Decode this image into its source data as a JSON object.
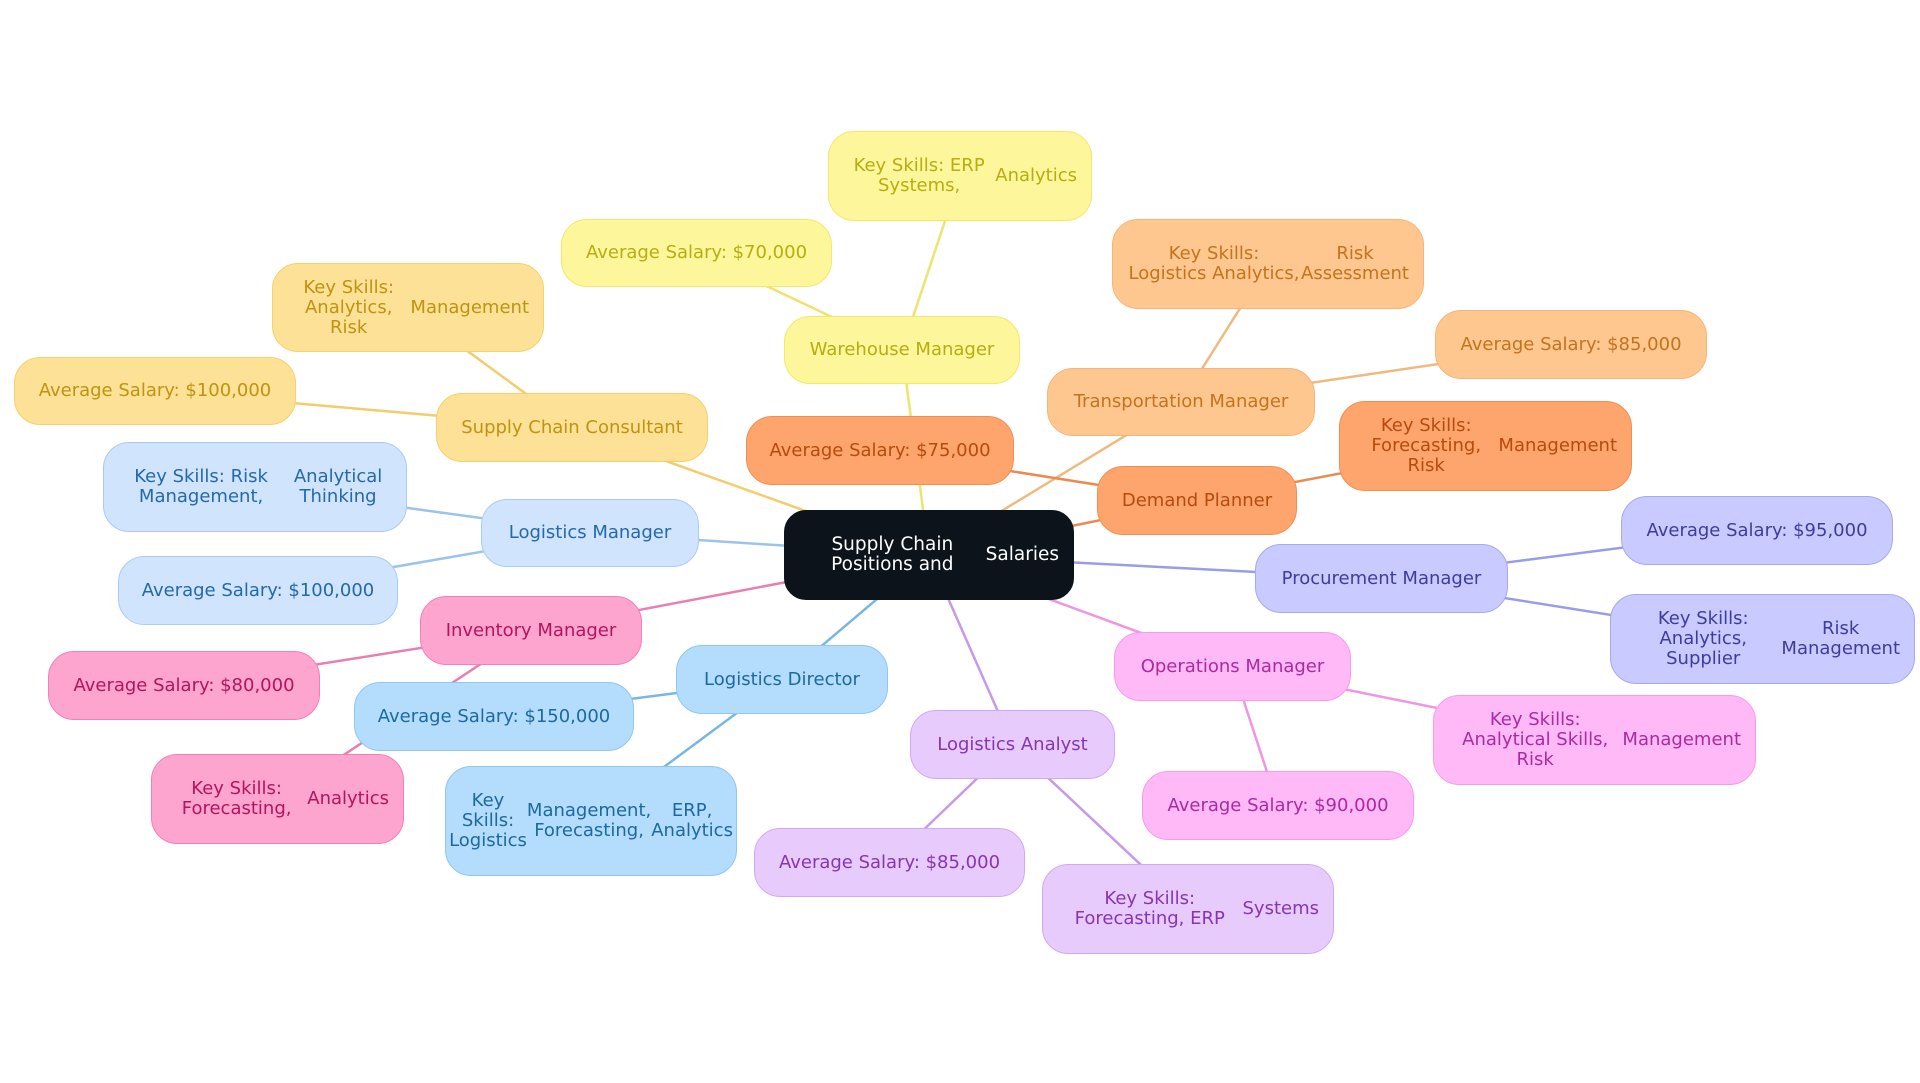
{
  "root": {
    "text": "Supply Chain Positions and Salaries"
  },
  "palette": {
    "gold": {
      "fill": "#fde196",
      "stroke": "#f5d06c",
      "text": "#c09311",
      "edge": "#f2cd6b"
    },
    "yellow": {
      "fill": "#fdf69b",
      "stroke": "#f4e86a",
      "text": "#b8ad11",
      "edge": "#f1e26c"
    },
    "peach": {
      "fill": "#fec78f",
      "stroke": "#f6b577",
      "text": "#c4741c",
      "edge": "#f0b97e"
    },
    "orange": {
      "fill": "#fea56e",
      "stroke": "#f18f53",
      "text": "#b74b0e",
      "edge": "#e98a52"
    },
    "lightblue": {
      "fill": "#d0e4fd",
      "stroke": "#aacbf4",
      "text": "#2469ab",
      "edge": "#9cc3ea"
    },
    "skyblue": {
      "fill": "#b3dcfd",
      "stroke": "#90c6ef",
      "text": "#1c6aa1",
      "edge": "#7ab6e0"
    },
    "pink": {
      "fill": "#fda5cf",
      "stroke": "#f37fb6",
      "text": "#b3145e",
      "edge": "#e87fb0"
    },
    "lavender": {
      "fill": "#c9caff",
      "stroke": "#a7a8f1",
      "text": "#3c3da0",
      "edge": "#9b9ce6"
    },
    "magenta": {
      "fill": "#ffb9f7",
      "stroke": "#f59be9",
      "text": "#ab2aa0",
      "edge": "#ee96e3"
    },
    "violet": {
      "fill": "#e7cbfc",
      "stroke": "#d1a9f3",
      "text": "#8735b3",
      "edge": "#c59ae6"
    }
  },
  "branches": [
    {
      "id": "scc",
      "text": "Supply Chain Consultant",
      "color": "gold",
      "children": [
        {
          "id": "scc-salary",
          "text": "Average Salary: $100,000"
        },
        {
          "id": "scc-skills",
          "text": "Key Skills: Analytics, Risk Management"
        }
      ]
    },
    {
      "id": "wm",
      "text": "Warehouse Manager",
      "color": "yellow",
      "children": [
        {
          "id": "wm-salary",
          "text": "Average Salary: $70,000"
        },
        {
          "id": "wm-skills",
          "text": "Key Skills: ERP Systems, Analytics"
        }
      ]
    },
    {
      "id": "tm",
      "text": "Transportation Manager",
      "color": "peach",
      "children": [
        {
          "id": "tm-skills",
          "text": "Key Skills: Logistics Analytics, Risk Assessment"
        },
        {
          "id": "tm-salary",
          "text": "Average Salary: $85,000"
        }
      ]
    },
    {
      "id": "dp",
      "text": "Demand Planner",
      "color": "orange",
      "children": [
        {
          "id": "dp-salary",
          "text": "Average Salary: $75,000"
        },
        {
          "id": "dp-skills",
          "text": "Key Skills: Forecasting, Risk Management"
        }
      ]
    },
    {
      "id": "lm",
      "text": "Logistics Manager",
      "color": "lightblue",
      "children": [
        {
          "id": "lm-skills",
          "text": "Key Skills: Risk Management, Analytical Thinking"
        },
        {
          "id": "lm-salary",
          "text": "Average Salary: $100,000"
        }
      ]
    },
    {
      "id": "im",
      "text": "Inventory Manager",
      "color": "pink",
      "children": [
        {
          "id": "im-salary",
          "text": "Average Salary: $80,000"
        },
        {
          "id": "im-skills",
          "text": "Key Skills: Forecasting, Analytics"
        }
      ]
    },
    {
      "id": "ld",
      "text": "Logistics Director",
      "color": "skyblue",
      "children": [
        {
          "id": "ld-salary",
          "text": "Average Salary: $150,000"
        },
        {
          "id": "ld-skills",
          "text": "Key Skills: Logistics Management, Forecasting, ERP, Analytics"
        }
      ]
    },
    {
      "id": "pm",
      "text": "Procurement Manager",
      "color": "lavender",
      "children": [
        {
          "id": "pm-salary",
          "text": "Average Salary: $95,000"
        },
        {
          "id": "pm-skills",
          "text": "Key Skills: Analytics, Supplier Risk Management"
        }
      ]
    },
    {
      "id": "om",
      "text": "Operations Manager",
      "color": "magenta",
      "children": [
        {
          "id": "om-skills",
          "text": "Key Skills: Analytical Skills, Risk Management"
        },
        {
          "id": "om-salary",
          "text": "Average Salary: $90,000"
        }
      ]
    },
    {
      "id": "la",
      "text": "Logistics Analyst",
      "color": "violet",
      "children": [
        {
          "id": "la-salary",
          "text": "Average Salary: $85,000"
        },
        {
          "id": "la-skills",
          "text": "Key Skills: Forecasting, ERP Systems"
        }
      ]
    }
  ]
}
